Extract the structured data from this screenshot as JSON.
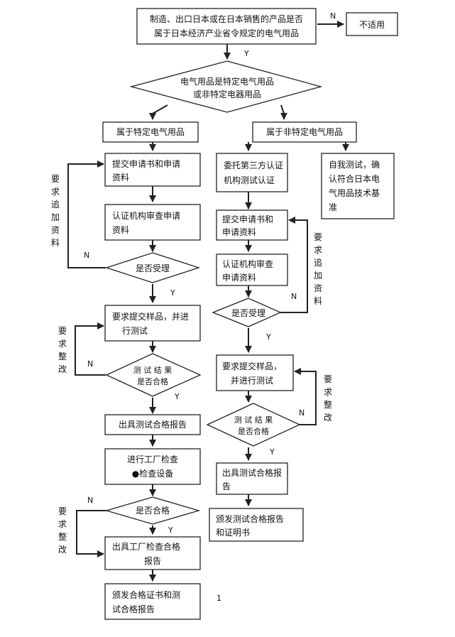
{
  "nodes": {
    "start": {
      "lines": [
        "制造、出口日本或在日本销售的产品是否",
        "属于日本经济产业省令规定的电气用品"
      ]
    },
    "na": {
      "lines": [
        "不适用"
      ]
    },
    "d_type": {
      "lines": [
        "电气用品是特定电气用品",
        "或非特定电器用品"
      ]
    },
    "l_specific": {
      "lines": [
        "属于特定电气用品"
      ]
    },
    "r_nonspecific": {
      "lines": [
        "属于非特定电气用品"
      ]
    },
    "l_submit": {
      "lines": [
        "提交申请书和申请",
        "资料"
      ]
    },
    "m_entrust": {
      "lines": [
        "委托第三方认证",
        "机构测试认证"
      ]
    },
    "r_self": {
      "lines": [
        "自我测试，确",
        "认符合日本电",
        "气用品技术基",
        "准"
      ]
    },
    "l_review": {
      "lines": [
        "认证机构审查申请",
        "资料"
      ]
    },
    "m_submit": {
      "lines": [
        "提交申请书和",
        "申请资料"
      ]
    },
    "l_accept": {
      "lines": [
        "是否受理"
      ]
    },
    "m_review": {
      "lines": [
        "认证机构审查",
        "申请资料"
      ]
    },
    "m_accept": {
      "lines": [
        "是否受理"
      ]
    },
    "l_sample": {
      "lines": [
        "要求提交样品，并进",
        "行测试"
      ]
    },
    "l_result": {
      "lines": [
        "测 试 结 果",
        "是否合格"
      ]
    },
    "m_sample": {
      "lines": [
        "要求提交样品，",
        "并进行测试"
      ]
    },
    "m_result": {
      "lines": [
        "测 试 结 果",
        "是否合格"
      ]
    },
    "l_report": {
      "lines": [
        "出具测试合格报告"
      ]
    },
    "l_factory": {
      "lines": [
        "进行工厂检查",
        "●检查设备"
      ]
    },
    "m_report": {
      "lines": [
        "出具测试合格报",
        "告"
      ]
    },
    "l_pass": {
      "lines": [
        "是否合格"
      ]
    },
    "m_issue": {
      "lines": [
        "颁发测试合格报告",
        "和证明书"
      ]
    },
    "l_factory_report": {
      "lines": [
        "出具工厂检查合格",
        "报告"
      ]
    },
    "l_issue": {
      "lines": [
        "颁发合格证书和测",
        "试合格报告"
      ]
    }
  },
  "labels": {
    "n_start": "N",
    "y_start": "Y",
    "n_l_accept": "N",
    "y_l_accept": "Y",
    "n_l_result": "N",
    "y_l_result": "Y",
    "n_l_pass": "N",
    "y_l_pass": "Y",
    "n_m_accept": "N",
    "y_m_accept": "Y",
    "n_m_result": "N",
    "y_m_result": "Y"
  },
  "side_notes": {
    "l_more": [
      "要",
      "求",
      "追",
      "加",
      "资",
      "料"
    ],
    "l_fix1": [
      "要",
      "求",
      "整",
      "改"
    ],
    "l_fix2": [
      "要",
      "求",
      "整",
      "改"
    ],
    "m_more": [
      "要",
      "求",
      "追",
      "加",
      "资",
      "料"
    ],
    "m_fix": [
      "要",
      "求",
      "整",
      "改"
    ]
  },
  "page_number": "1"
}
